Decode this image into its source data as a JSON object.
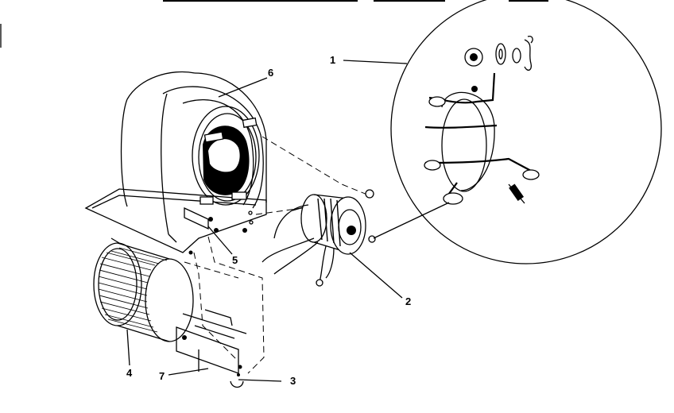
{
  "callouts": {
    "c1": "1",
    "c2": "2",
    "c3": "3",
    "c4": "4",
    "c5": "5",
    "c6": "6",
    "c7": "7"
  },
  "parts": [
    {
      "id": "motor-mount-kit",
      "callout": "1"
    },
    {
      "id": "blower-motor",
      "callout": "2"
    },
    {
      "id": "capacitor-bracket",
      "callout": "3"
    },
    {
      "id": "blower-wheel",
      "callout": "4"
    },
    {
      "id": "mounting-hardware",
      "callout": "5"
    },
    {
      "id": "blower-housing",
      "callout": "6"
    },
    {
      "id": "capacitor",
      "callout": "7"
    }
  ]
}
